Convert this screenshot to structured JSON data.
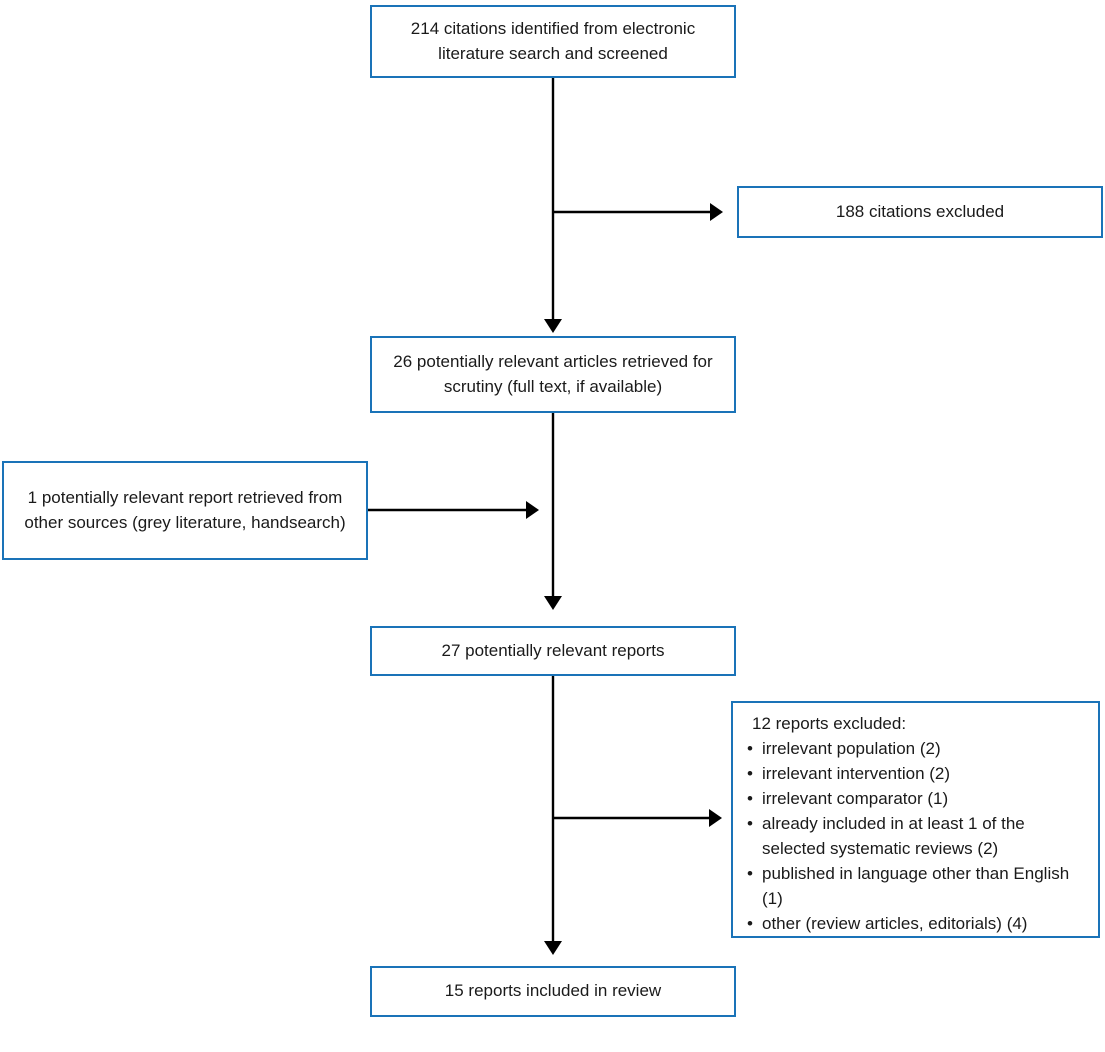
{
  "diagram": {
    "type": "flowchart",
    "description": "Literature screening / study selection flow diagram",
    "accent_color": "#1a73b8",
    "arrow_color": "#000000",
    "text_color": "#1a1a1a"
  },
  "glyphs": {
    "bullet": "•"
  },
  "boxes": {
    "identified": {
      "text": "214 citations identified from electronic literature search and screened"
    },
    "excluded_citations": {
      "text": "188 citations excluded"
    },
    "retrieved": {
      "text": "26 potentially relevant articles retrieved for scrutiny (full text, if available)"
    },
    "other_sources": {
      "text": "1 potentially relevant report retrieved from other sources (grey literature, handsearch)"
    },
    "relevant_reports": {
      "text": "27 potentially relevant reports"
    },
    "excluded_reports": {
      "heading": "12 reports excluded:",
      "items": [
        "irrelevant population (2)",
        "irrelevant intervention (2)",
        "irrelevant comparator (1)",
        "already included in at least 1 of the selected systematic reviews (2)",
        "published in language other than English (1)",
        "other (review articles, editorials) (4)"
      ]
    },
    "included": {
      "text": "15 reports included in review"
    }
  }
}
